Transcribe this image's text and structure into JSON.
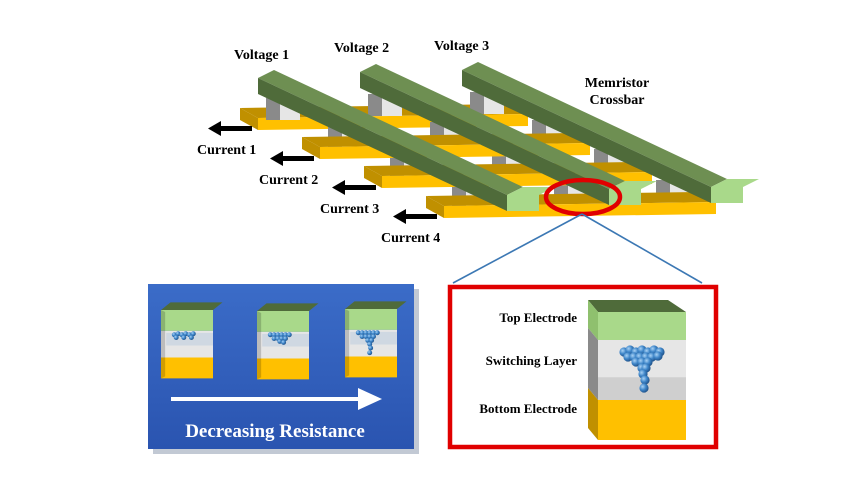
{
  "diagram": {
    "crossbar": {
      "title_line1": "Memristor",
      "title_line2": "Crossbar",
      "voltages": [
        "Voltage 1",
        "Voltage 2",
        "Voltage 3"
      ],
      "currents": [
        "Current 1",
        "Current 2",
        "Current 3",
        "Current 4"
      ]
    },
    "resistance_panel": {
      "caption": "Decreasing Resistance",
      "cells": [
        {
          "state": "filament-small"
        },
        {
          "state": "filament-medium"
        },
        {
          "state": "filament-full"
        }
      ]
    },
    "cell_detail": {
      "layers": [
        "Top Electrode",
        "Switching Layer",
        "Bottom Electrode"
      ]
    },
    "colors": {
      "top_electrode_top": "#4f6b3a",
      "top_electrode_side": "#6e8f52",
      "top_electrode_front": "#a9d98a",
      "bottom_electrode_top": "#ffc000",
      "bottom_electrode_side": "#c09000",
      "switching_front": "#e6e6e6",
      "switching_side": "#8a8a8a",
      "highlight_ring": "#e00000",
      "detail_border": "#e00000",
      "leader_line": "#3c78b4",
      "panel_blue": "#2f5fbf",
      "ion": "#3f86c9"
    }
  }
}
